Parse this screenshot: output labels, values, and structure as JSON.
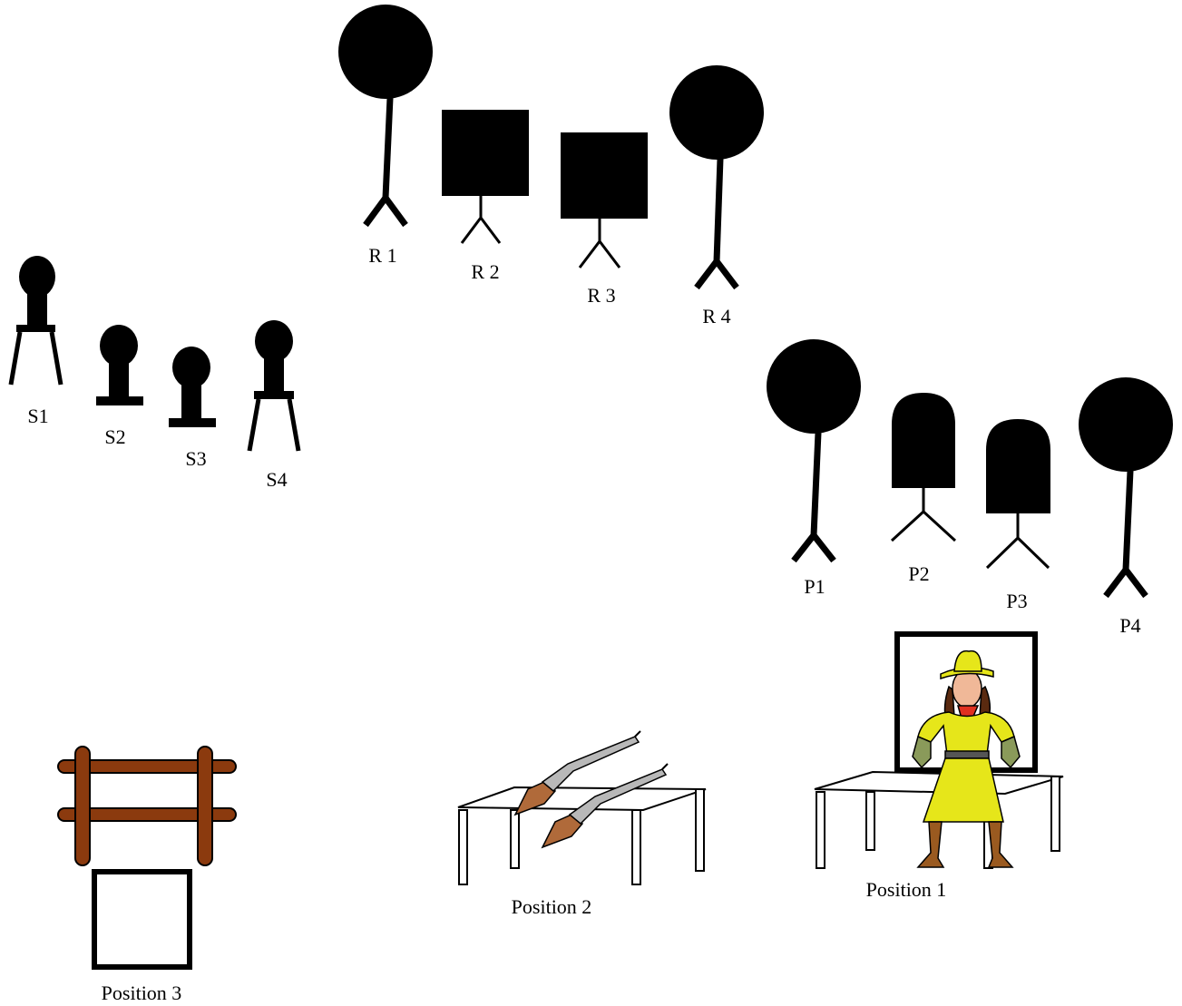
{
  "rifle_targets": [
    {
      "id": "r1",
      "label": "R 1",
      "shape": "circle"
    },
    {
      "id": "r2",
      "label": "R 2",
      "shape": "square"
    },
    {
      "id": "r3",
      "label": "R 3",
      "shape": "square"
    },
    {
      "id": "r4",
      "label": "R 4",
      "shape": "circle"
    }
  ],
  "shotgun_targets": [
    {
      "id": "s1",
      "label": "S1",
      "stand": "legs"
    },
    {
      "id": "s2",
      "label": "S2",
      "stand": "base"
    },
    {
      "id": "s3",
      "label": "S3",
      "stand": "base"
    },
    {
      "id": "s4",
      "label": "S4",
      "stand": "legs"
    }
  ],
  "pistol_targets": [
    {
      "id": "p1",
      "label": "P1",
      "shape": "circle"
    },
    {
      "id": "p2",
      "label": "P2",
      "shape": "arch"
    },
    {
      "id": "p3",
      "label": "P3",
      "shape": "arch"
    },
    {
      "id": "p4",
      "label": "P4",
      "shape": "circle"
    }
  ],
  "positions": {
    "position_1": {
      "label": "Position 1",
      "props": "table-with-door-and-cowgirl"
    },
    "position_2": {
      "label": "Position 2",
      "props": "table-with-two-rifles"
    },
    "position_3": {
      "label": "Position 3",
      "props": "hitching-rail-and-box"
    }
  },
  "colors": {
    "target": "#000000",
    "rail_wood": "#8b3a0e",
    "rifle_stock": "#b06a3a",
    "rifle_metal": "#b8b8b8",
    "dress": "#e6e61a",
    "bandana": "#e03020",
    "gloves": "#8a9a5a",
    "boots": "#9a5a20",
    "skin": "#f0b898"
  }
}
